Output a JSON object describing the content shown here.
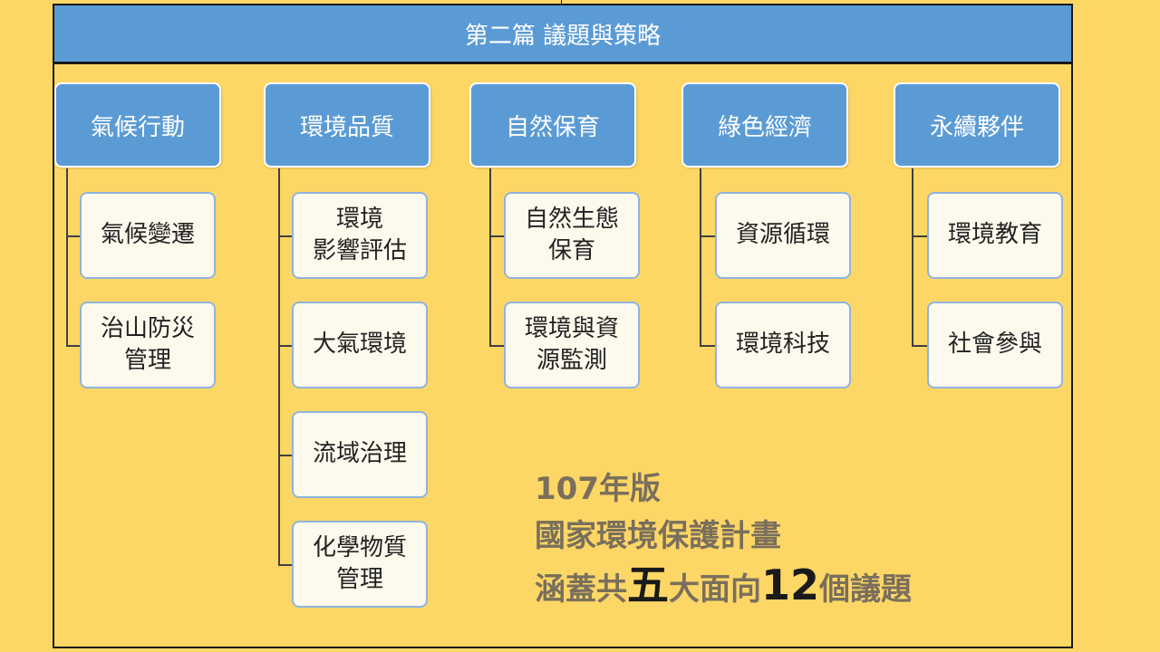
{
  "header": {
    "title": "第二篇 議題與策略"
  },
  "categories": [
    {
      "label": "氣候行動",
      "items": [
        "氣候變遷",
        "治山防災\n管理"
      ]
    },
    {
      "label": "環境品質",
      "items": [
        "環境\n影響評估",
        "大氣環境",
        "流域治理",
        "化學物質\n管理"
      ]
    },
    {
      "label": "自然保育",
      "items": [
        "自然生態\n保育",
        "環境與資\n源監測"
      ]
    },
    {
      "label": "綠色經濟",
      "items": [
        "資源循環",
        "環境科技"
      ]
    },
    {
      "label": "永續夥伴",
      "items": [
        "環境教育",
        "社會參與"
      ]
    }
  ],
  "summary": {
    "line1": "107年版",
    "line2": "國家環境保護計畫",
    "line3_a": "涵蓋共",
    "line3_big1": "五",
    "line3_b": "大面向",
    "line3_big2": "12",
    "line3_c": "個議題"
  },
  "colors": {
    "background": "#FDD766",
    "header_fill": "#5B9BD5",
    "item_fill": "#FDF9EC",
    "item_border": "#8FB4DE",
    "summary_text": "#7A6F5C"
  }
}
